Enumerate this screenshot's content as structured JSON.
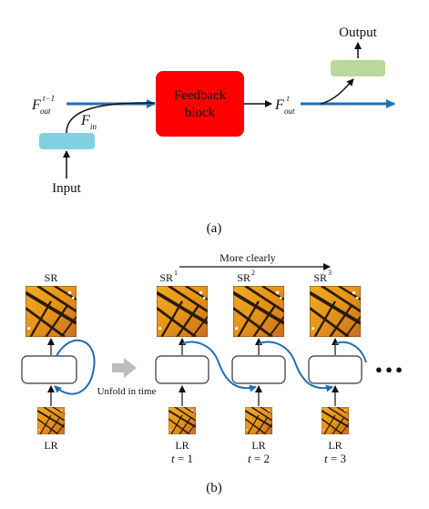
{
  "part_a": {
    "caption": "(a)",
    "feedback_block": {
      "line1": "Feedback",
      "line2": "block",
      "color": "#ff0000"
    },
    "input_label": "Input",
    "output_label": "Output",
    "f_out_prev": {
      "base": "F",
      "sub": "out",
      "sup": "t−1"
    },
    "f_in": {
      "base": "F",
      "sub": "in"
    },
    "f_out_cur": {
      "base": "F",
      "sub": "out",
      "sup": "t"
    },
    "colors": {
      "flow_arrow": "#1f6fb5",
      "input_box": "#7fd0e3",
      "output_box": "#b9d99a"
    }
  },
  "part_b": {
    "caption": "(b)",
    "more_clearly": "More clearly",
    "unfold_label": "Unfold in time",
    "ellipsis": "● ● ●",
    "left": {
      "sr": "SR",
      "lr": "LR"
    },
    "steps": [
      {
        "sr": "SR",
        "sr_sup": "1",
        "lr": "LR",
        "t_var": "t",
        "t_eq": " = 1"
      },
      {
        "sr": "SR",
        "sr_sup": "2",
        "lr": "LR",
        "t_var": "t",
        "t_eq": " = 2"
      },
      {
        "sr": "SR",
        "sr_sup": "3",
        "lr": "LR",
        "t_var": "t",
        "t_eq": " = 3"
      }
    ],
    "colors": {
      "loop_arrow": "#1f6fb5",
      "unfold_arrow": "#bdbdbd"
    }
  }
}
